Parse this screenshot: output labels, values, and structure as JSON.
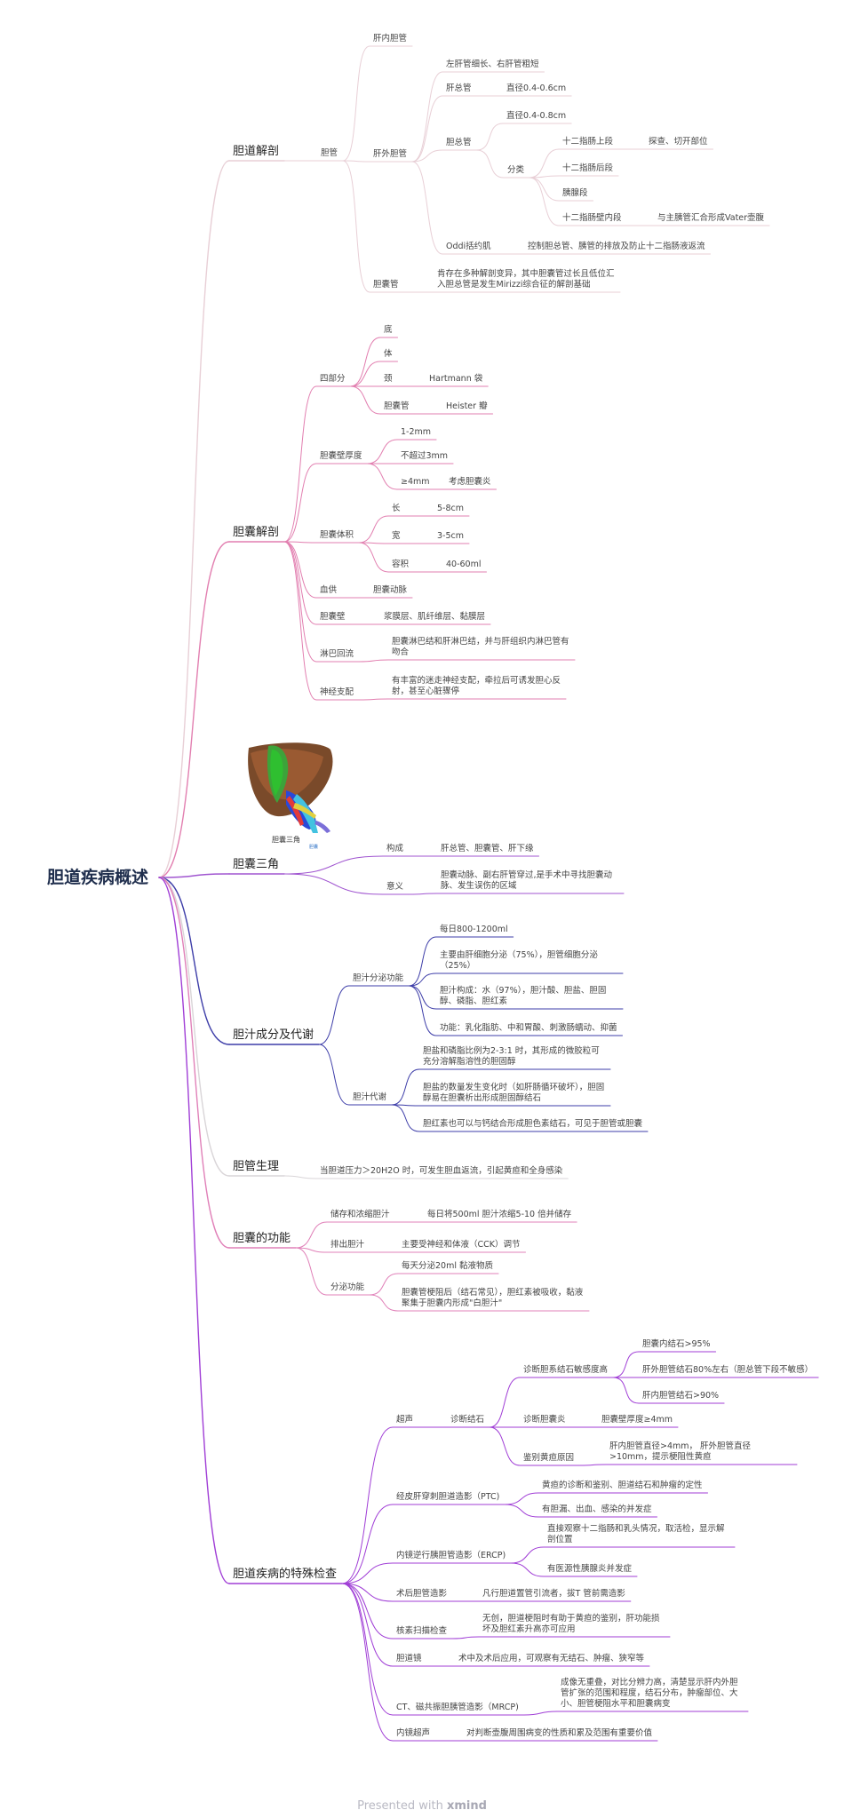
{
  "root": "胆道疾病概述",
  "footer": {
    "prefix": "Presented with",
    "brand": "xmind"
  },
  "figure": {
    "caption": "胆囊三角",
    "mark": "胆囊"
  },
  "colors": {
    "b1": "#e8cfd6",
    "b2": "#e27fb0",
    "b3": "#a055d0",
    "b4": "#3d3da8",
    "b5": "#d9d5d8",
    "b6": "#e080b8",
    "b7": "#a03ed6"
  },
  "nodes": [
    {
      "id": "m1",
      "text": "胆道解剖",
      "p": "root",
      "c": "b1"
    },
    {
      "id": "a1",
      "text": "胆管",
      "p": "m1",
      "c": "b1"
    },
    {
      "id": "a11",
      "text": "肝内胆管",
      "p": "a1",
      "c": "b1"
    },
    {
      "id": "a12",
      "text": "肝外胆管",
      "p": "a1",
      "c": "b1"
    },
    {
      "id": "a121",
      "text": "左肝管细长、右肝管粗短",
      "p": "a12",
      "c": "b1"
    },
    {
      "id": "a122",
      "text": "肝总管",
      "p": "a12",
      "c": "b1"
    },
    {
      "id": "a1221",
      "text": "直径0.4-0.6cm",
      "p": "a122",
      "c": "b1"
    },
    {
      "id": "a123",
      "text": "胆总管",
      "p": "a12",
      "c": "b1"
    },
    {
      "id": "a1231",
      "text": "直径0.4-0.8cm",
      "p": "a123",
      "c": "b1"
    },
    {
      "id": "a1232",
      "text": "分类",
      "p": "a123",
      "c": "b1"
    },
    {
      "id": "a12321",
      "text": "十二指肠上段",
      "p": "a1232",
      "c": "b1"
    },
    {
      "id": "a123211",
      "text": "探查、切开部位",
      "p": "a12321",
      "c": "b1"
    },
    {
      "id": "a12322",
      "text": "十二指肠后段",
      "p": "a1232",
      "c": "b1"
    },
    {
      "id": "a12323",
      "text": "胰腺段",
      "p": "a1232",
      "c": "b1"
    },
    {
      "id": "a12324",
      "text": "十二指肠壁内段",
      "p": "a1232",
      "c": "b1"
    },
    {
      "id": "a123241",
      "text": "与主胰管汇合形成Vater壶腹",
      "p": "a12324",
      "c": "b1"
    },
    {
      "id": "a124",
      "text": "Oddi括约肌",
      "p": "a12",
      "c": "b1"
    },
    {
      "id": "a1241",
      "text": "控制胆总管、胰管的排放及防止十二指肠液返流",
      "p": "a124",
      "c": "b1"
    },
    {
      "id": "a13",
      "text": "胆囊管",
      "p": "a1",
      "c": "b1"
    },
    {
      "id": "a131",
      "text": "肯存在多种解剖变异，其中胆囊管过长且低位汇入胆总管是发生Mirizzi综合征的解剖基础",
      "p": "a13",
      "c": "b1"
    },
    {
      "id": "m2",
      "text": "胆囊解剖",
      "p": "root",
      "c": "b2"
    },
    {
      "id": "b1",
      "text": "四部分",
      "p": "m2",
      "c": "b2"
    },
    {
      "id": "b11",
      "text": "底",
      "p": "b1",
      "c": "b2"
    },
    {
      "id": "b12",
      "text": "体",
      "p": "b1",
      "c": "b2"
    },
    {
      "id": "b13",
      "text": "颈",
      "p": "b1",
      "c": "b2"
    },
    {
      "id": "b131",
      "text": "Hartmann 袋",
      "p": "b13",
      "c": "b2"
    },
    {
      "id": "b14",
      "text": "胆囊管",
      "p": "b1",
      "c": "b2"
    },
    {
      "id": "b141",
      "text": "Heister 瓣",
      "p": "b14",
      "c": "b2"
    },
    {
      "id": "b2",
      "text": "胆囊壁厚度",
      "p": "m2",
      "c": "b2"
    },
    {
      "id": "b21",
      "text": "1-2mm",
      "p": "b2",
      "c": "b2"
    },
    {
      "id": "b22",
      "text": "不超过3mm",
      "p": "b2",
      "c": "b2"
    },
    {
      "id": "b23",
      "text": "≥4mm",
      "p": "b2",
      "c": "b2"
    },
    {
      "id": "b231",
      "text": "考虑胆囊炎",
      "p": "b23",
      "c": "b2"
    },
    {
      "id": "b3",
      "text": "胆囊体积",
      "p": "m2",
      "c": "b2"
    },
    {
      "id": "b31",
      "text": "长",
      "p": "b3",
      "c": "b2"
    },
    {
      "id": "b311",
      "text": "5-8cm",
      "p": "b31",
      "c": "b2"
    },
    {
      "id": "b32",
      "text": "宽",
      "p": "b3",
      "c": "b2"
    },
    {
      "id": "b321",
      "text": "3-5cm",
      "p": "b32",
      "c": "b2"
    },
    {
      "id": "b33",
      "text": "容积",
      "p": "b3",
      "c": "b2"
    },
    {
      "id": "b331",
      "text": "40-60ml",
      "p": "b33",
      "c": "b2"
    },
    {
      "id": "b4",
      "text": "血供",
      "p": "m2",
      "c": "b2"
    },
    {
      "id": "b41",
      "text": "胆囊动脉",
      "p": "b4",
      "c": "b2"
    },
    {
      "id": "b5",
      "text": "胆囊壁",
      "p": "m2",
      "c": "b2"
    },
    {
      "id": "b51",
      "text": "浆膜层、肌纤维层、黏膜层",
      "p": "b5",
      "c": "b2"
    },
    {
      "id": "b6",
      "text": "淋巴回流",
      "p": "m2",
      "c": "b2"
    },
    {
      "id": "b61",
      "text": "胆囊淋巴结和肝淋巴结，并与肝组织内淋巴管有吻合",
      "p": "b6",
      "c": "b2"
    },
    {
      "id": "b7",
      "text": "神经支配",
      "p": "m2",
      "c": "b2"
    },
    {
      "id": "b71",
      "text": "有丰富的迷走神经支配，牵拉后可诱发胆心反射，甚至心脏骤停",
      "p": "b7",
      "c": "b2"
    },
    {
      "id": "m3",
      "text": "胆囊三角",
      "p": "root",
      "c": "b3"
    },
    {
      "id": "c1",
      "text": "构成",
      "p": "m3",
      "c": "b3"
    },
    {
      "id": "c11",
      "text": "肝总管、胆囊管、肝下缘",
      "p": "c1",
      "c": "b3"
    },
    {
      "id": "c2",
      "text": "意义",
      "p": "m3",
      "c": "b3"
    },
    {
      "id": "c21",
      "text": "胆囊动脉、副右肝管穿过,是手术中寻找胆囊动脉、发生误伤的区域",
      "p": "c2",
      "c": "b3"
    },
    {
      "id": "m4",
      "text": "胆汁成分及代谢",
      "p": "root",
      "c": "b4"
    },
    {
      "id": "d1",
      "text": "胆汁分泌功能",
      "p": "m4",
      "c": "b4"
    },
    {
      "id": "d11",
      "text": "每日800-1200ml",
      "p": "d1",
      "c": "b4"
    },
    {
      "id": "d12",
      "text": "主要由肝细胞分泌（75%），胆管细胞分泌（25%）",
      "p": "d1",
      "c": "b4"
    },
    {
      "id": "d13",
      "text": "胆汁构成：水（97%），胆汁酸、胆盐、胆固醇、磷脂、胆红素",
      "p": "d1",
      "c": "b4"
    },
    {
      "id": "d14",
      "text": "功能：乳化脂肪、中和胃酸、刺激肠蠕动、抑菌",
      "p": "d1",
      "c": "b4"
    },
    {
      "id": "d2",
      "text": "胆汁代谢",
      "p": "m4",
      "c": "b4"
    },
    {
      "id": "d21",
      "text": "胆盐和磷脂比例为2-3:1 时，其形成的微胶粒可充分溶解脂溶性的胆固醇",
      "p": "d2",
      "c": "b4"
    },
    {
      "id": "d22",
      "text": "胆盐的数量发生变化时（如肝肠循环破坏），胆固醇易在胆囊析出形成胆固醇结石",
      "p": "d2",
      "c": "b4"
    },
    {
      "id": "d23",
      "text": "胆红素也可以与钙结合形成胆色素结石，可见于胆管或胆囊",
      "p": "d2",
      "c": "b4"
    },
    {
      "id": "m5",
      "text": "胆管生理",
      "p": "root",
      "c": "b5"
    },
    {
      "id": "e1",
      "text": "当胆道压力＞20H2O 时，可发生胆血返流，引起黄疸和全身感染",
      "p": "m5",
      "c": "b5"
    },
    {
      "id": "m6",
      "text": "胆囊的功能",
      "p": "root",
      "c": "b6"
    },
    {
      "id": "f1",
      "text": "储存和浓缩胆汁",
      "p": "m6",
      "c": "b6"
    },
    {
      "id": "f11",
      "text": "每日将500ml 胆汁浓缩5-10 倍并储存",
      "p": "f1",
      "c": "b6"
    },
    {
      "id": "f2",
      "text": "排出胆汁",
      "p": "m6",
      "c": "b6"
    },
    {
      "id": "f21",
      "text": "主要受神经和体液（CCK）调节",
      "p": "f2",
      "c": "b6"
    },
    {
      "id": "f3",
      "text": "分泌功能",
      "p": "m6",
      "c": "b6"
    },
    {
      "id": "f31",
      "text": "每天分泌20ml 黏液物质",
      "p": "f3",
      "c": "b6"
    },
    {
      "id": "f32",
      "text": "胆囊管梗阻后（结石常见），胆红素被吸收，黏液聚集于胆囊内形成\"白胆汁\"",
      "p": "f3",
      "c": "b6"
    },
    {
      "id": "m7",
      "text": "胆道疾病的特殊检查",
      "p": "root",
      "c": "b7"
    },
    {
      "id": "g1",
      "text": "超声",
      "p": "m7",
      "c": "b7"
    },
    {
      "id": "g11",
      "text": "诊断结石",
      "p": "g1",
      "c": "b7"
    },
    {
      "id": "g111",
      "text": "诊断胆系结石敏感度高",
      "p": "g11",
      "c": "b7"
    },
    {
      "id": "g1111",
      "text": "胆囊内结石>95%",
      "p": "g111",
      "c": "b7"
    },
    {
      "id": "g1112",
      "text": "肝外胆管结石80%左右（胆总管下段不敏感）",
      "p": "g111",
      "c": "b7"
    },
    {
      "id": "g1113",
      "text": "肝内胆管结石>90%",
      "p": "g111",
      "c": "b7"
    },
    {
      "id": "g112",
      "text": "诊断胆囊炎",
      "p": "g11",
      "c": "b7"
    },
    {
      "id": "g1121",
      "text": "胆囊壁厚度≥4mm",
      "p": "g112",
      "c": "b7"
    },
    {
      "id": "g113",
      "text": "鉴别黄疸原因",
      "p": "g11",
      "c": "b7"
    },
    {
      "id": "g1131",
      "text": "肝内胆管直径>4mm， 肝外胆管直径>10mm，提示梗阻性黄疸",
      "p": "g113",
      "c": "b7"
    },
    {
      "id": "g2",
      "text": "经皮肝穿刺胆道造影（PTC)",
      "p": "m7",
      "c": "b7"
    },
    {
      "id": "g21",
      "text": "黄疸的诊断和鉴别、胆道结石和肿瘤的定性",
      "p": "g2",
      "c": "b7"
    },
    {
      "id": "g22",
      "text": "有胆漏、出血、感染的并发症",
      "p": "g2",
      "c": "b7"
    },
    {
      "id": "g3",
      "text": "内镜逆行胰胆管造影（ERCP)",
      "p": "m7",
      "c": "b7"
    },
    {
      "id": "g31",
      "text": "直接观察十二指肠和乳头情况，取活检，显示解剖位置",
      "p": "g3",
      "c": "b7"
    },
    {
      "id": "g32",
      "text": "有医源性胰腺炎并发症",
      "p": "g3",
      "c": "b7"
    },
    {
      "id": "g4",
      "text": "术后胆管造影",
      "p": "m7",
      "c": "b7"
    },
    {
      "id": "g41",
      "text": "凡行胆道置管引流者，拔T 管前需造影",
      "p": "g4",
      "c": "b7"
    },
    {
      "id": "g5",
      "text": "核素扫描检查",
      "p": "m7",
      "c": "b7"
    },
    {
      "id": "g51",
      "text": "无创，胆道梗阻时有助于黄疸的鉴别，肝功能损坏及胆红素升高亦可应用",
      "p": "g5",
      "c": "b7"
    },
    {
      "id": "g6",
      "text": "胆道镜",
      "p": "m7",
      "c": "b7"
    },
    {
      "id": "g61",
      "text": "术中及术后应用，可观察有无结石、肿瘤、狭窄等",
      "p": "g6",
      "c": "b7"
    },
    {
      "id": "g7",
      "text": "CT、磁共振胆胰管造影（MRCP)",
      "p": "m7",
      "c": "b7"
    },
    {
      "id": "g71",
      "text": "成像无重叠，对比分辨力高，清楚显示肝内外胆管扩张的范围和程度，结石分布，肿瘤部位、大小、胆管梗阻水平和胆囊病变",
      "p": "g7",
      "c": "b7"
    },
    {
      "id": "g8",
      "text": "内镜超声",
      "p": "m7",
      "c": "b7"
    },
    {
      "id": "g81",
      "text": "对判断壶腹周围病变的性质和累及范围有重要价值",
      "p": "g8",
      "c": "b7"
    }
  ]
}
